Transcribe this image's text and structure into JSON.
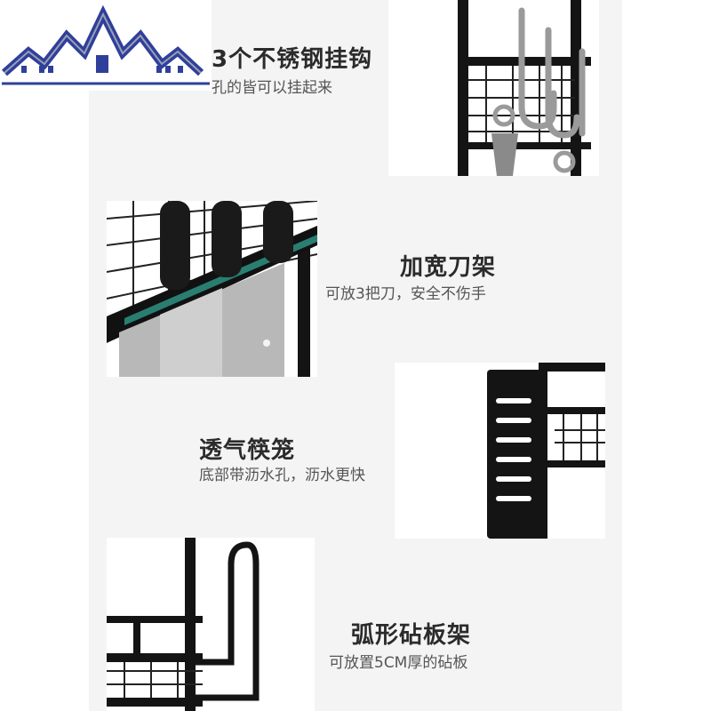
{
  "sections": [
    {
      "title": "3个不锈钢挂钩",
      "subtitle": "孔的皆可以挂起来"
    },
    {
      "title": "加宽刀架",
      "subtitle": "可放3把刀，安全不伤手"
    },
    {
      "title": "透气筷笼",
      "subtitle": "底部带沥水孔，沥水更快"
    },
    {
      "title": "弧形砧板架",
      "subtitle": "可放置5CM厚的砧板"
    }
  ],
  "colors": {
    "panel": "#f4f4f4",
    "rack": "#141414",
    "logo_blue": "#2f3f9a",
    "glass": "#2f9a8a"
  },
  "icons": {
    "logo": "house-roofs-logo"
  }
}
